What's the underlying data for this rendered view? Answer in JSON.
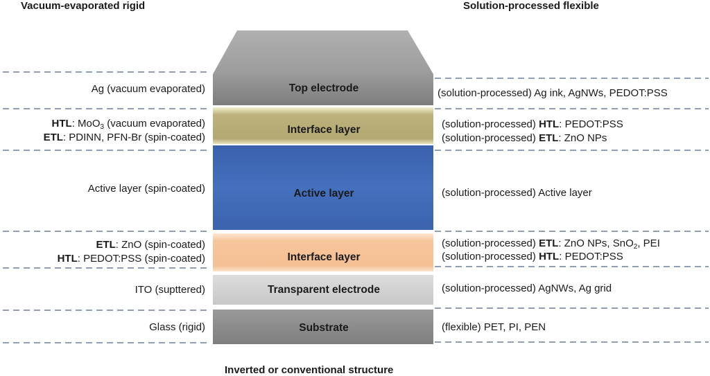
{
  "header": {
    "left_title": "Vacuum-evaporated rigid",
    "right_title": "Solution-processed flexible",
    "footer_title": "Inverted or conventional structure"
  },
  "stack": {
    "top_electrode": "Top electrode",
    "interface_top": "Interface layer",
    "active": "Active layer",
    "interface_bottom": "Interface layer",
    "transparent_electrode": "Transparent electrode",
    "substrate": "Substrate"
  },
  "left": {
    "top_electrode": "Ag (vacuum evaporated)",
    "htl_label": "HTL",
    "htl_pre": ": MoO",
    "htl_sub": "3",
    "htl_post": " (vacuum evaporated)",
    "etl_label": "ETL",
    "etl_text": ": PDINN, PFN-Br (spin-coated)",
    "active": "Active layer (spin-coated)",
    "etl2_label": "ETL",
    "etl2_text": ": ZnO (spin-coated)",
    "htl2_label": "HTL",
    "htl2_text": ": PEDOT:PSS (spin-coated)",
    "ito": "ITO (supttered)",
    "glass": "Glass (rigid)"
  },
  "right": {
    "top_electrode": "(solution-processed) Ag ink, AgNWs, PEDOT:PSS",
    "prefix": "(solution-processed) ",
    "htl_label": "HTL",
    "htl_text": ": PEDOT:PSS",
    "etl_label": "ETL",
    "etl_text": ": ZnO NPs",
    "active": "(solution-processed) Active layer",
    "etl2_label": "ETL",
    "etl2_pre": ": ZnO NPs, SnO",
    "etl2_sub": "2",
    "etl2_post": ", PEI",
    "htl2_label": "HTL",
    "htl2_text": ": PEDOT:PSS",
    "transparent_electrode": "(solution-processed) AgNWs, Ag grid",
    "substrate": "(flexible) PET, PI, PEN"
  },
  "colors": {
    "top_electrode": "#8c8c8c",
    "top_face": "#a6a6a6",
    "interface_top": "#b7ad78",
    "active": "#4169b4",
    "interface_bottom": "#f6c49b",
    "transparent_electrode": "#d2d2d2",
    "substrate": "#8e8e8e",
    "dash": "#4e6580"
  }
}
